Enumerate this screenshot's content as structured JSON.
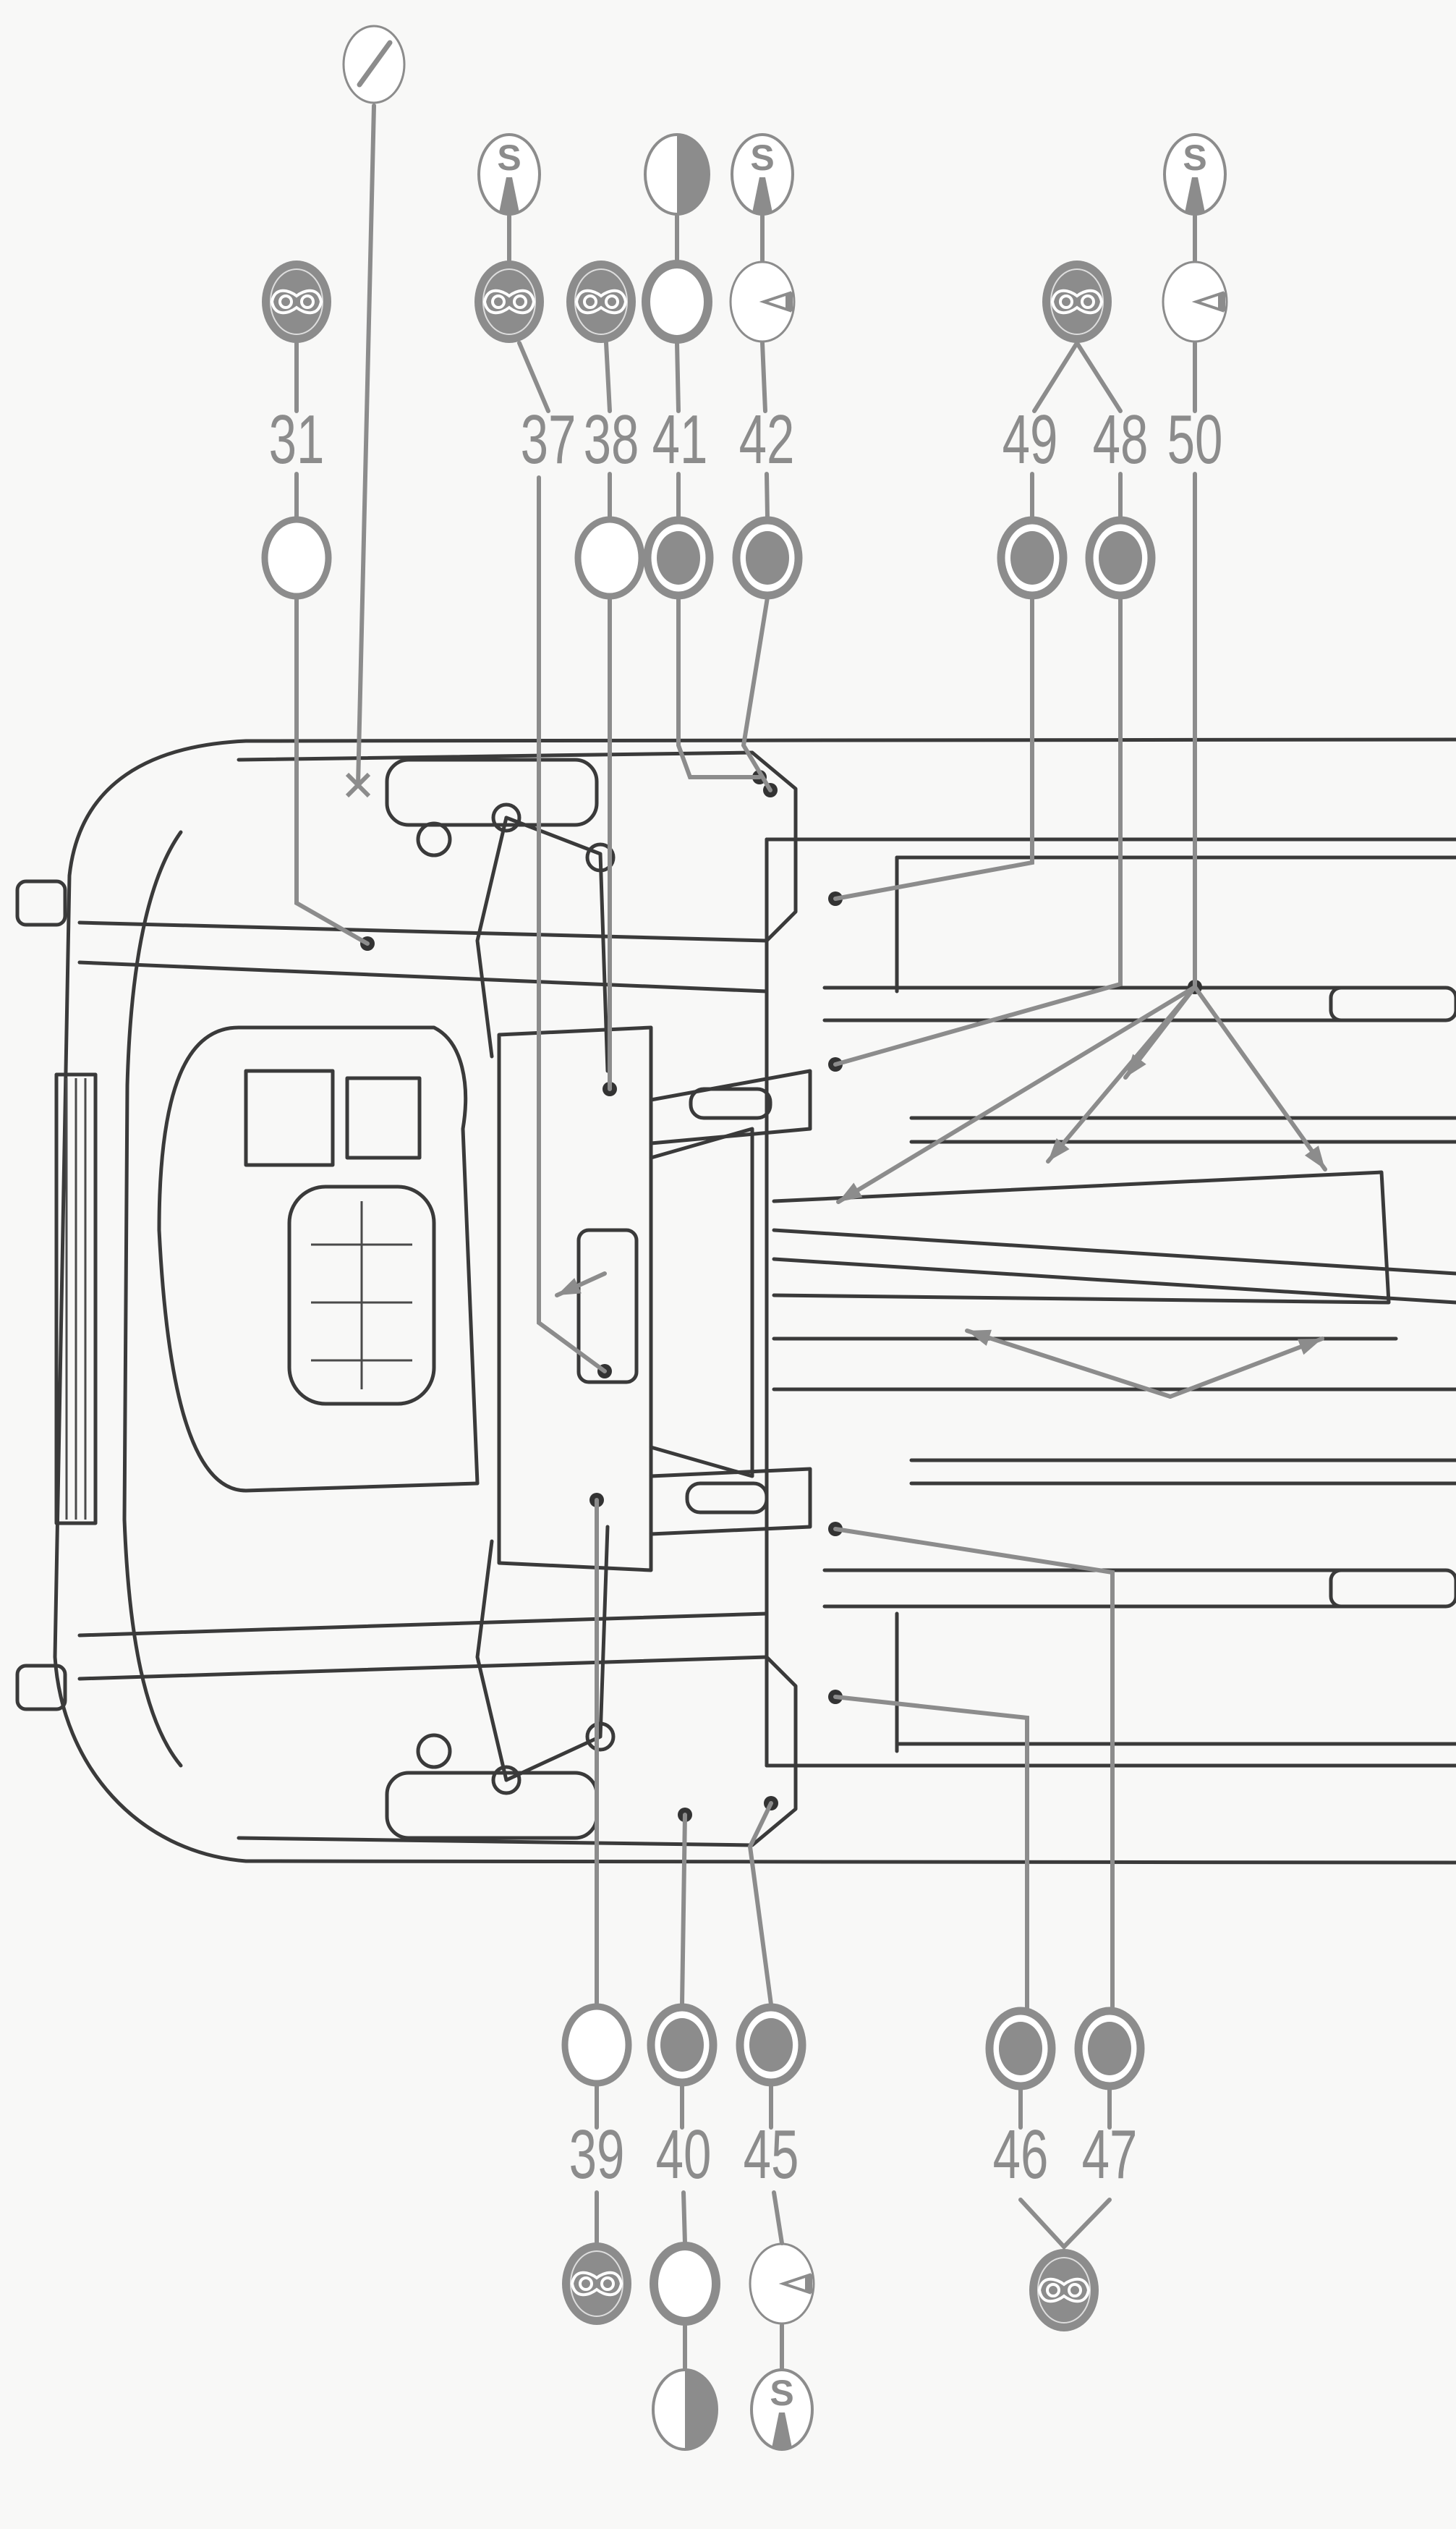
{
  "diagram": {
    "symbol_letter": "S",
    "colors": {
      "callout": "#8c8c8c",
      "drawing": "#3a3a3a",
      "background": "#f8f8f7"
    },
    "callouts_top": [
      {
        "number": "31",
        "symbols": [
          "chain-lube",
          "plain-circle"
        ]
      },
      {
        "number": "37",
        "symbols": [
          "s-lever",
          "chain-lube"
        ]
      },
      {
        "number": "38",
        "symbols": [
          "chain-lube",
          "plain-circle"
        ]
      },
      {
        "number": "41",
        "symbols": [
          "half-filled",
          "thick-ring",
          "target"
        ]
      },
      {
        "number": "42",
        "symbols": [
          "s-lever",
          "gauge",
          "target"
        ]
      },
      {
        "number": "49",
        "symbols": [
          "target"
        ]
      },
      {
        "number": "48",
        "symbols": [
          "target"
        ]
      },
      {
        "number": "50",
        "symbols": [
          "s-lever",
          "gauge"
        ]
      }
    ],
    "shared_top_symbol_49_48": "chain-lube",
    "callouts_bottom": [
      {
        "number": "39",
        "symbols": [
          "plain-circle",
          "chain-lube"
        ]
      },
      {
        "number": "40",
        "symbols": [
          "target",
          "thick-ring",
          "half-filled"
        ]
      },
      {
        "number": "45",
        "symbols": [
          "target",
          "gauge",
          "s-lever"
        ]
      },
      {
        "number": "46",
        "symbols": [
          "target"
        ]
      },
      {
        "number": "47",
        "symbols": [
          "target"
        ]
      }
    ],
    "shared_bottom_symbol_46_47": "chain-lube",
    "tool_symbol": "screwdriver"
  }
}
